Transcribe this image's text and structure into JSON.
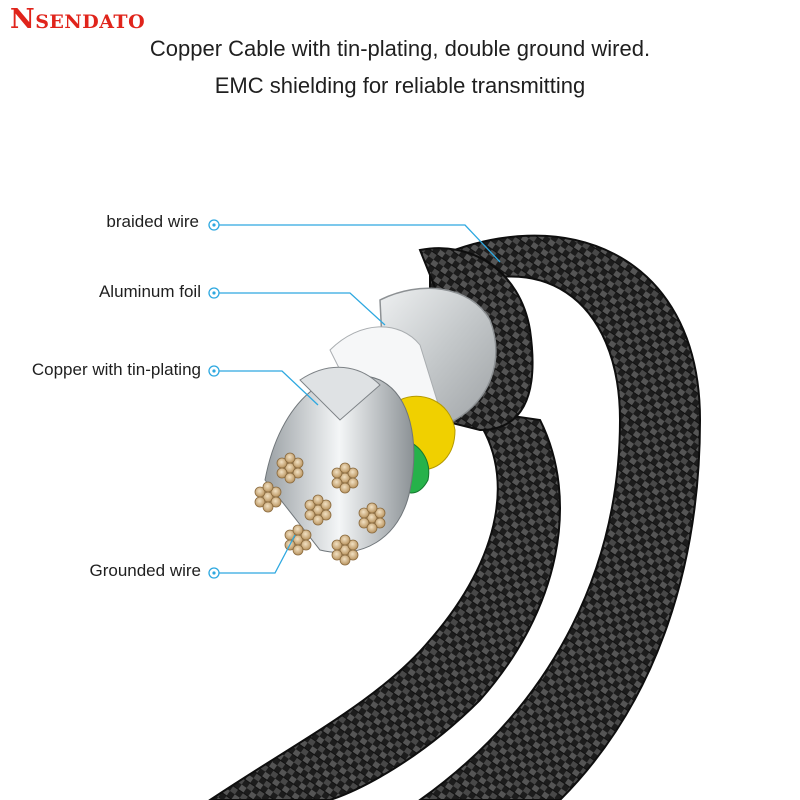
{
  "brand": {
    "name_cap": "N",
    "name_rest": "SENDATO"
  },
  "headline": {
    "line1": "Copper Cable with tin-plating, double ground wired.",
    "line2": "EMC shielding for reliable transmitting"
  },
  "callouts": [
    {
      "label": "braided wire"
    },
    {
      "label": "Aluminum foil"
    },
    {
      "label": "Copper with tin-plating"
    },
    {
      "label": "Grounded wire"
    }
  ],
  "colors": {
    "brand": "#e0241b",
    "callout_line": "#2ea8e0",
    "cable_braid": "#2a2a2a",
    "foil": "#cfd2d4",
    "copper_strand": "#c9a97a"
  }
}
